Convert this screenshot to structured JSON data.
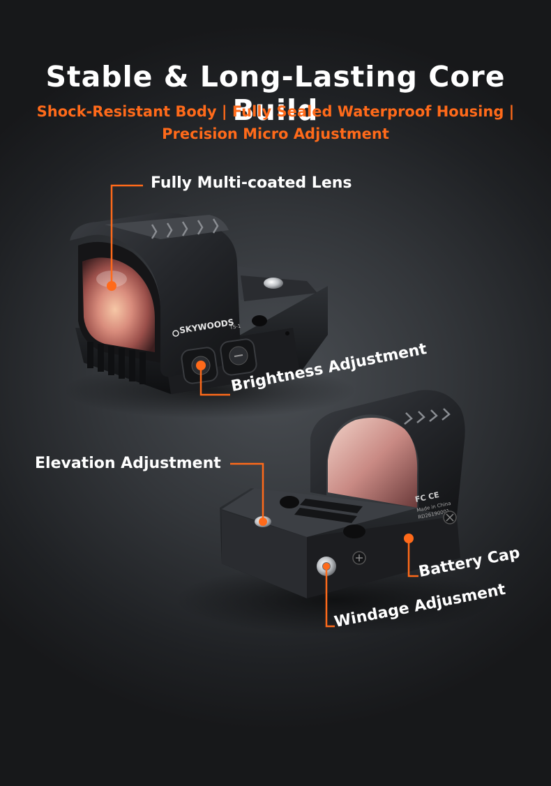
{
  "header": {
    "title": "Stable & Long-Lasting Core Build",
    "subtitle_line1": "Shock-Resistant Body | Fully Sealed Waterproof Housing |",
    "subtitle_line2": "Precision Micro Adjustment"
  },
  "callouts": {
    "lens": "Fully Multi-coated Lens",
    "brightness": "Brightness Adjustment",
    "elevation": "Elevation Adjustment",
    "battery": "Battery Cap",
    "windage": "Windage Adjusment"
  },
  "product": {
    "brand": "SKYWOODS",
    "model": "TS-1",
    "made_in": "Made in China",
    "serial": "RD26190001",
    "marks": "FC CE"
  },
  "colors": {
    "accent": "#ff6a1a",
    "title": "#ffffff"
  }
}
